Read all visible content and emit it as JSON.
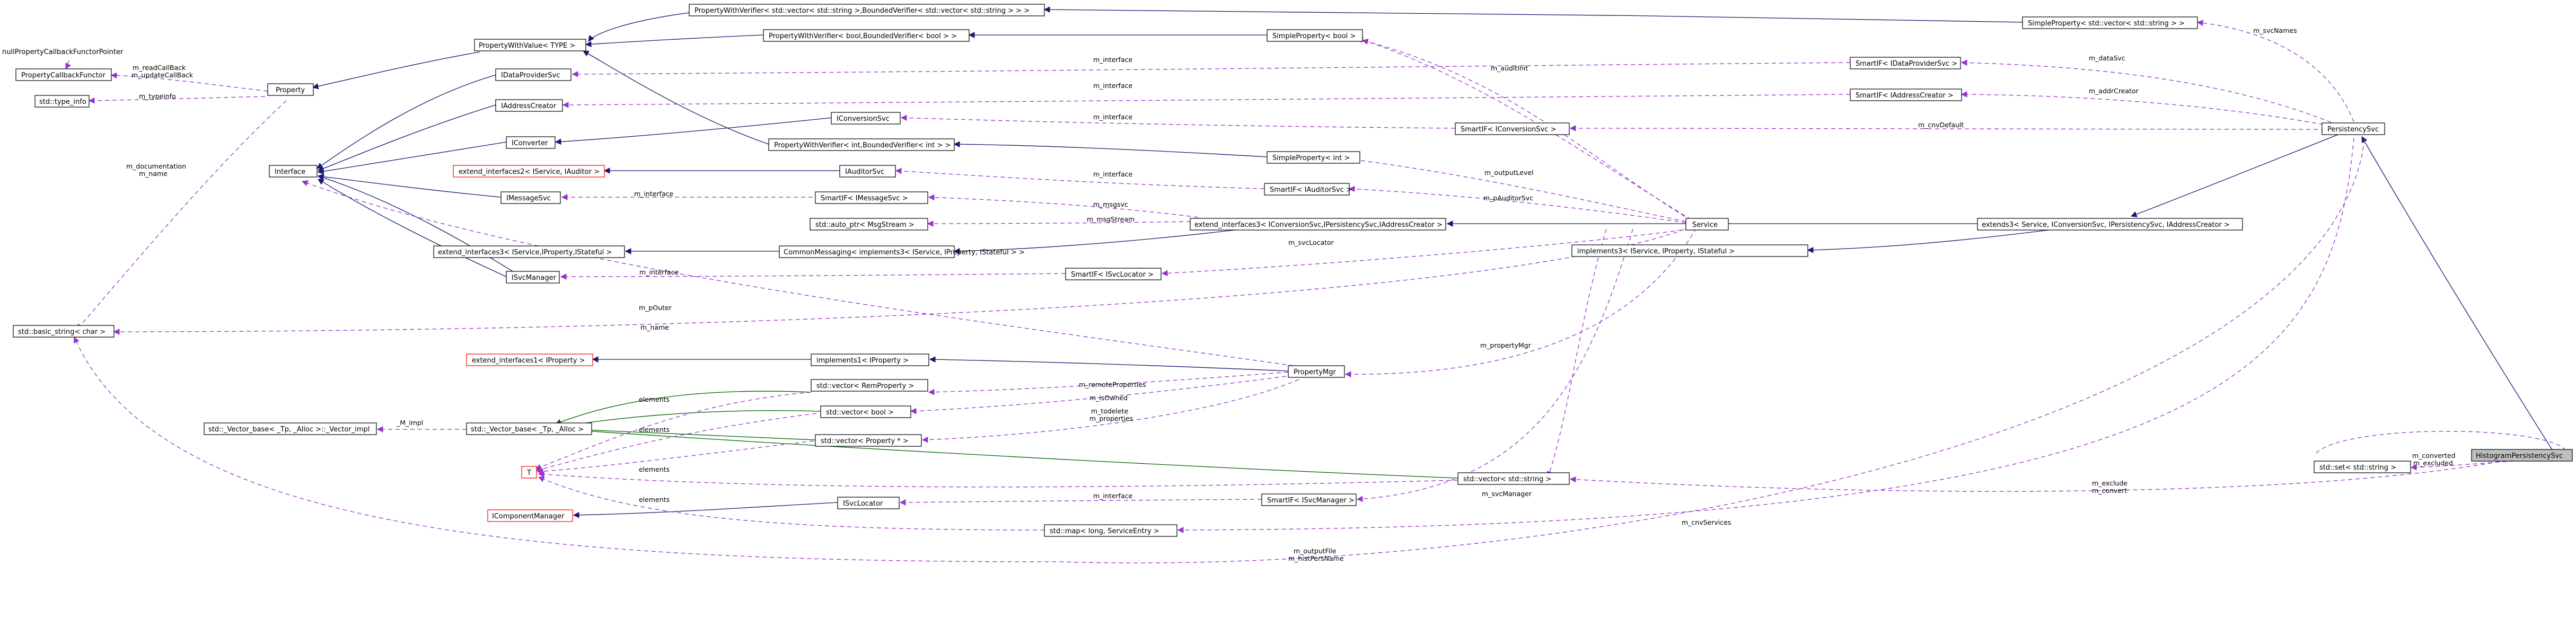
{
  "nodes": [
    {
      "id": "histogram",
      "label": "HistogramPersistencySvc",
      "style": "target"
    },
    {
      "id": "persistencySvc",
      "label": "PersistencySvc",
      "style": "normal"
    },
    {
      "id": "service",
      "label": "Service",
      "style": "normal"
    },
    {
      "id": "extends3",
      "label": "extends3< Service, IConversionSvc, IPersistencySvc, IAddressCreator >",
      "style": "normal"
    },
    {
      "id": "extendIf3b",
      "label": "extend_interfaces3< IConversionSvc,IPersistencySvc,IAddressCreator >",
      "style": "normal"
    },
    {
      "id": "commonMessaging",
      "label": "CommonMessaging< implements3< IService, IProperty, IStateful > >",
      "style": "normal"
    },
    {
      "id": "implements3",
      "label": "implements3< IService, IProperty, IStateful >",
      "style": "normal"
    },
    {
      "id": "extendIf3a",
      "label": "extend_interfaces3< IService,IProperty,IStateful >",
      "style": "normal"
    },
    {
      "id": "extendIf2",
      "label": "extend_interfaces2< IService, IAuditor >",
      "style": "undoc"
    },
    {
      "id": "extendIf1",
      "label": "extend_interfaces1< IProperty >",
      "style": "undoc"
    },
    {
      "id": "implements1",
      "label": "implements1< IProperty >",
      "style": "normal"
    },
    {
      "id": "interface",
      "label": "Interface",
      "style": "normal"
    },
    {
      "id": "property",
      "label": "Property",
      "style": "normal"
    },
    {
      "id": "propCallback",
      "label": "PropertyCallbackFunctor",
      "style": "normal"
    },
    {
      "id": "typeInfo",
      "label": "std::type_info",
      "style": "normal"
    },
    {
      "id": "basicString",
      "label": "std::basic_string< char >",
      "style": "normal"
    },
    {
      "id": "pwvType",
      "label": "PropertyWithValue< TYPE >",
      "style": "normal"
    },
    {
      "id": "pwvVector",
      "label": "PropertyWithVerifier< std::vector< std::string >,BoundedVerifier< std::vector< std::string > > >",
      "style": "normal"
    },
    {
      "id": "pwvBool",
      "label": "PropertyWithVerifier< bool,BoundedVerifier< bool > >",
      "style": "normal"
    },
    {
      "id": "pwvInt",
      "label": "PropertyWithVerifier< int,BoundedVerifier< int > >",
      "style": "normal"
    },
    {
      "id": "spVector",
      "label": "SimpleProperty< std::vector< std::string > >",
      "style": "normal"
    },
    {
      "id": "spBool",
      "label": "SimpleProperty< bool >",
      "style": "normal"
    },
    {
      "id": "spInt",
      "label": "SimpleProperty< int >",
      "style": "normal"
    },
    {
      "id": "iDataProviderSvc",
      "label": "IDataProviderSvc",
      "style": "normal"
    },
    {
      "id": "iAddressCreator",
      "label": "IAddressCreator",
      "style": "normal"
    },
    {
      "id": "iConverter",
      "label": "IConverter",
      "style": "normal"
    },
    {
      "id": "iConversionSvc",
      "label": "IConversionSvc",
      "style": "normal"
    },
    {
      "id": "iAuditorSvc",
      "label": "IAuditorSvc",
      "style": "normal"
    },
    {
      "id": "iMessageSvc",
      "label": "IMessageSvc",
      "style": "normal"
    },
    {
      "id": "iSvcLocator",
      "label": "ISvcLocator",
      "style": "normal"
    },
    {
      "id": "iSvcManager",
      "label": "ISvcManager",
      "style": "normal"
    },
    {
      "id": "iComponentManager",
      "label": "IComponentManager",
      "style": "undoc"
    },
    {
      "id": "autoPtr",
      "label": "std::auto_ptr< MsgStream >",
      "style": "normal"
    },
    {
      "id": "spDataProvider",
      "label": "SmartIF< IDataProviderSvc >",
      "style": "normal"
    },
    {
      "id": "spAddressCreator",
      "label": "SmartIF< IAddressCreator >",
      "style": "normal"
    },
    {
      "id": "spConversionSvc",
      "label": "SmartIF< IConversionSvc >",
      "style": "normal"
    },
    {
      "id": "spMessageSvc",
      "label": "SmartIF< IMessageSvc >",
      "style": "normal"
    },
    {
      "id": "spAuditorSvc",
      "label": "SmartIF< IAuditorSvc >",
      "style": "normal"
    },
    {
      "id": "spSvcLocator",
      "label": "SmartIF< ISvcLocator >",
      "style": "normal"
    },
    {
      "id": "spSvcManager",
      "label": "SmartIF< ISvcManager >",
      "style": "normal"
    },
    {
      "id": "propertyMgr",
      "label": "PropertyMgr",
      "style": "normal"
    },
    {
      "id": "vecRemProp",
      "label": "std::vector< RemProperty >",
      "style": "normal"
    },
    {
      "id": "vecBool",
      "label": "std::vector< bool >",
      "style": "normal"
    },
    {
      "id": "vecPropPtr",
      "label": "std::vector< Property * >",
      "style": "normal"
    },
    {
      "id": "vecString",
      "label": "std::vector< std::string >",
      "style": "normal"
    },
    {
      "id": "vectorBase",
      "label": "std::_Vector_base< _Tp, _Alloc >",
      "style": "normal"
    },
    {
      "id": "vectorImpl",
      "label": "std::_Vector_base< _Tp, _Alloc >::_Vector_impl",
      "style": "normal"
    },
    {
      "id": "tNode",
      "label": "T",
      "style": "undoc"
    },
    {
      "id": "mapServiceEntry",
      "label": "std::map< long, ServiceEntry >",
      "style": "normal"
    },
    {
      "id": "setString",
      "label": "std::set< std::string >",
      "style": "normal"
    },
    {
      "id": "nullPropCallback",
      "label": "nullPropertyCallbackFunctorPointer",
      "style": "text"
    }
  ],
  "edge_labels": {
    "readCallback": [
      "m_readCallBack",
      "m_updateCallBack"
    ],
    "typeinfo": [
      "m_typeinfo"
    ],
    "documentation": [
      "m_documentation",
      "m_name"
    ],
    "interface": [
      "m_interface"
    ],
    "auditInit": [
      "m_auditInit"
    ],
    "dataSvc": [
      "m_dataSvc"
    ],
    "addrCreator": [
      "m_addrCreator"
    ],
    "cnvDefault": [
      "m_cnvDefault"
    ],
    "svcNames": [
      "m_svcNames"
    ],
    "outputLevel": [
      "m_outputLevel"
    ],
    "pAudSvc": [
      "m_pAuditorSvc"
    ],
    "msgsvc": [
      "m_msgsvc"
    ],
    "msgStream": [
      "m_msgStream"
    ],
    "svcLocator": [
      "m_svcLocator"
    ],
    "pOuter": [
      "m_pOuter"
    ],
    "name": [
      "m_name"
    ],
    "propertyMgr": [
      "m_propertyMgr"
    ],
    "remoteProperties": [
      "m_remoteProperties"
    ],
    "isOwned": [
      "m_isOwned"
    ],
    "todelete": [
      "m_todelete",
      "m_properties"
    ],
    "impl": [
      "_M_impl"
    ],
    "elements": [
      "elements"
    ],
    "svcManager": [
      "m_svcManager"
    ],
    "cnvServices": [
      "m_cnvServices"
    ],
    "exclude": [
      "m_exclude",
      "m_convert"
    ],
    "converted": [
      "m_converted",
      "m_excluded"
    ],
    "outputFile": [
      "m_outputFile",
      "m_histPersName"
    ]
  }
}
